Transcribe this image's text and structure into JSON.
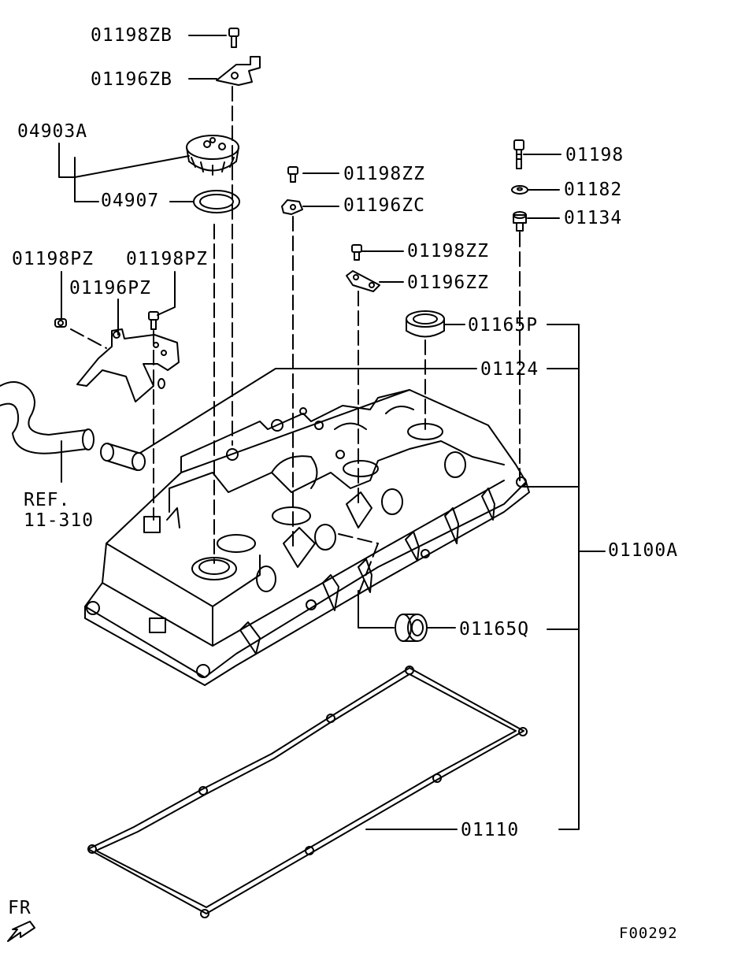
{
  "labels": {
    "p01198ZB": "01198ZB",
    "p01196ZB": "01196ZB",
    "p04903A": "04903A",
    "p04907": "04907",
    "p01198": "01198",
    "p01182": "01182",
    "p01134": "01134",
    "p01198ZZ_a": "01198ZZ",
    "p01196ZC": "01196ZC",
    "p01198ZZ_b": "01198ZZ",
    "p01196ZZ": "01196ZZ",
    "p01198PZ_a": "01198PZ",
    "p01198PZ_b": "01198PZ",
    "p01196PZ": "01196PZ",
    "p01165P": "01165P",
    "p01124": "01124",
    "p01100A": "01100A",
    "p01165Q": "01165Q",
    "p01110": "01110",
    "ref_line1": "REF.",
    "ref_line2": "11-310",
    "fr": "FR",
    "figure_code": "F00292"
  },
  "colors": {
    "line": "#000000",
    "background": "#ffffff"
  },
  "icons": {
    "direction_arrow": "front-direction-arrow-icon"
  }
}
